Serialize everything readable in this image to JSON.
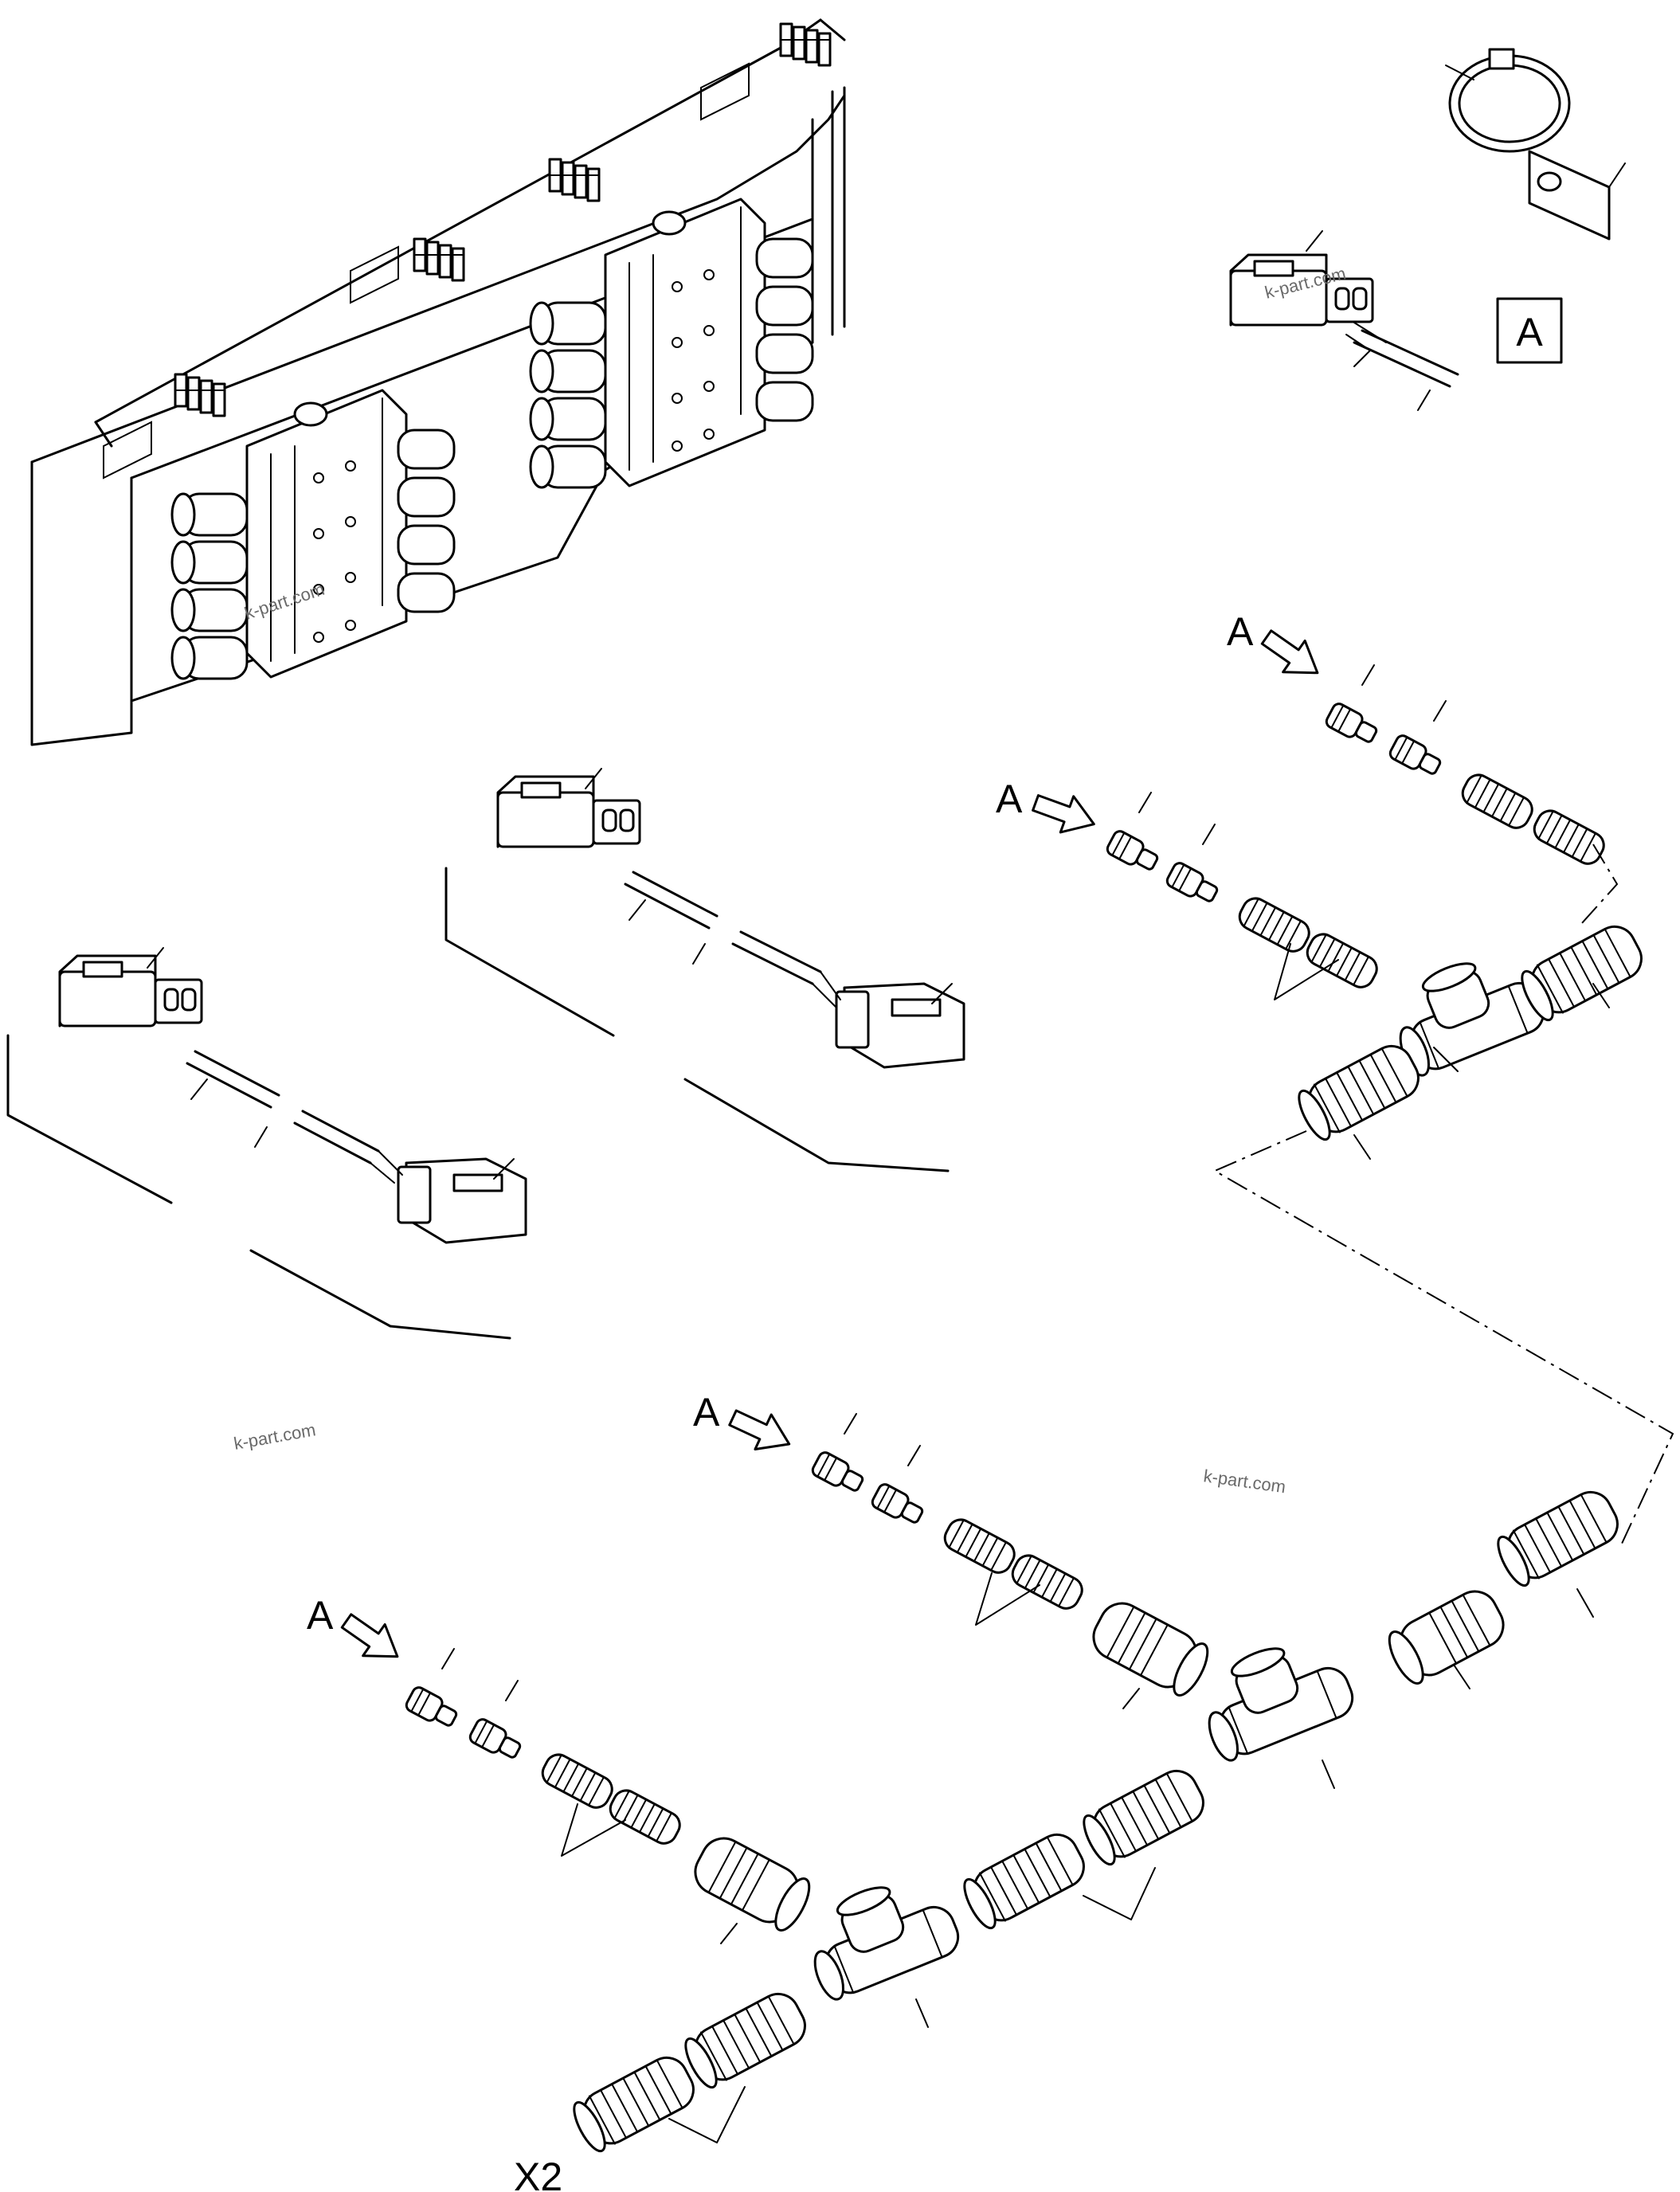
{
  "labels": {
    "a_box": "A",
    "arrow_a": "A",
    "multiplier": "X2"
  },
  "watermark": "k-part.com",
  "colors": {
    "line": "#000000",
    "background": "#ffffff",
    "watermark": "#6a6a6a"
  }
}
